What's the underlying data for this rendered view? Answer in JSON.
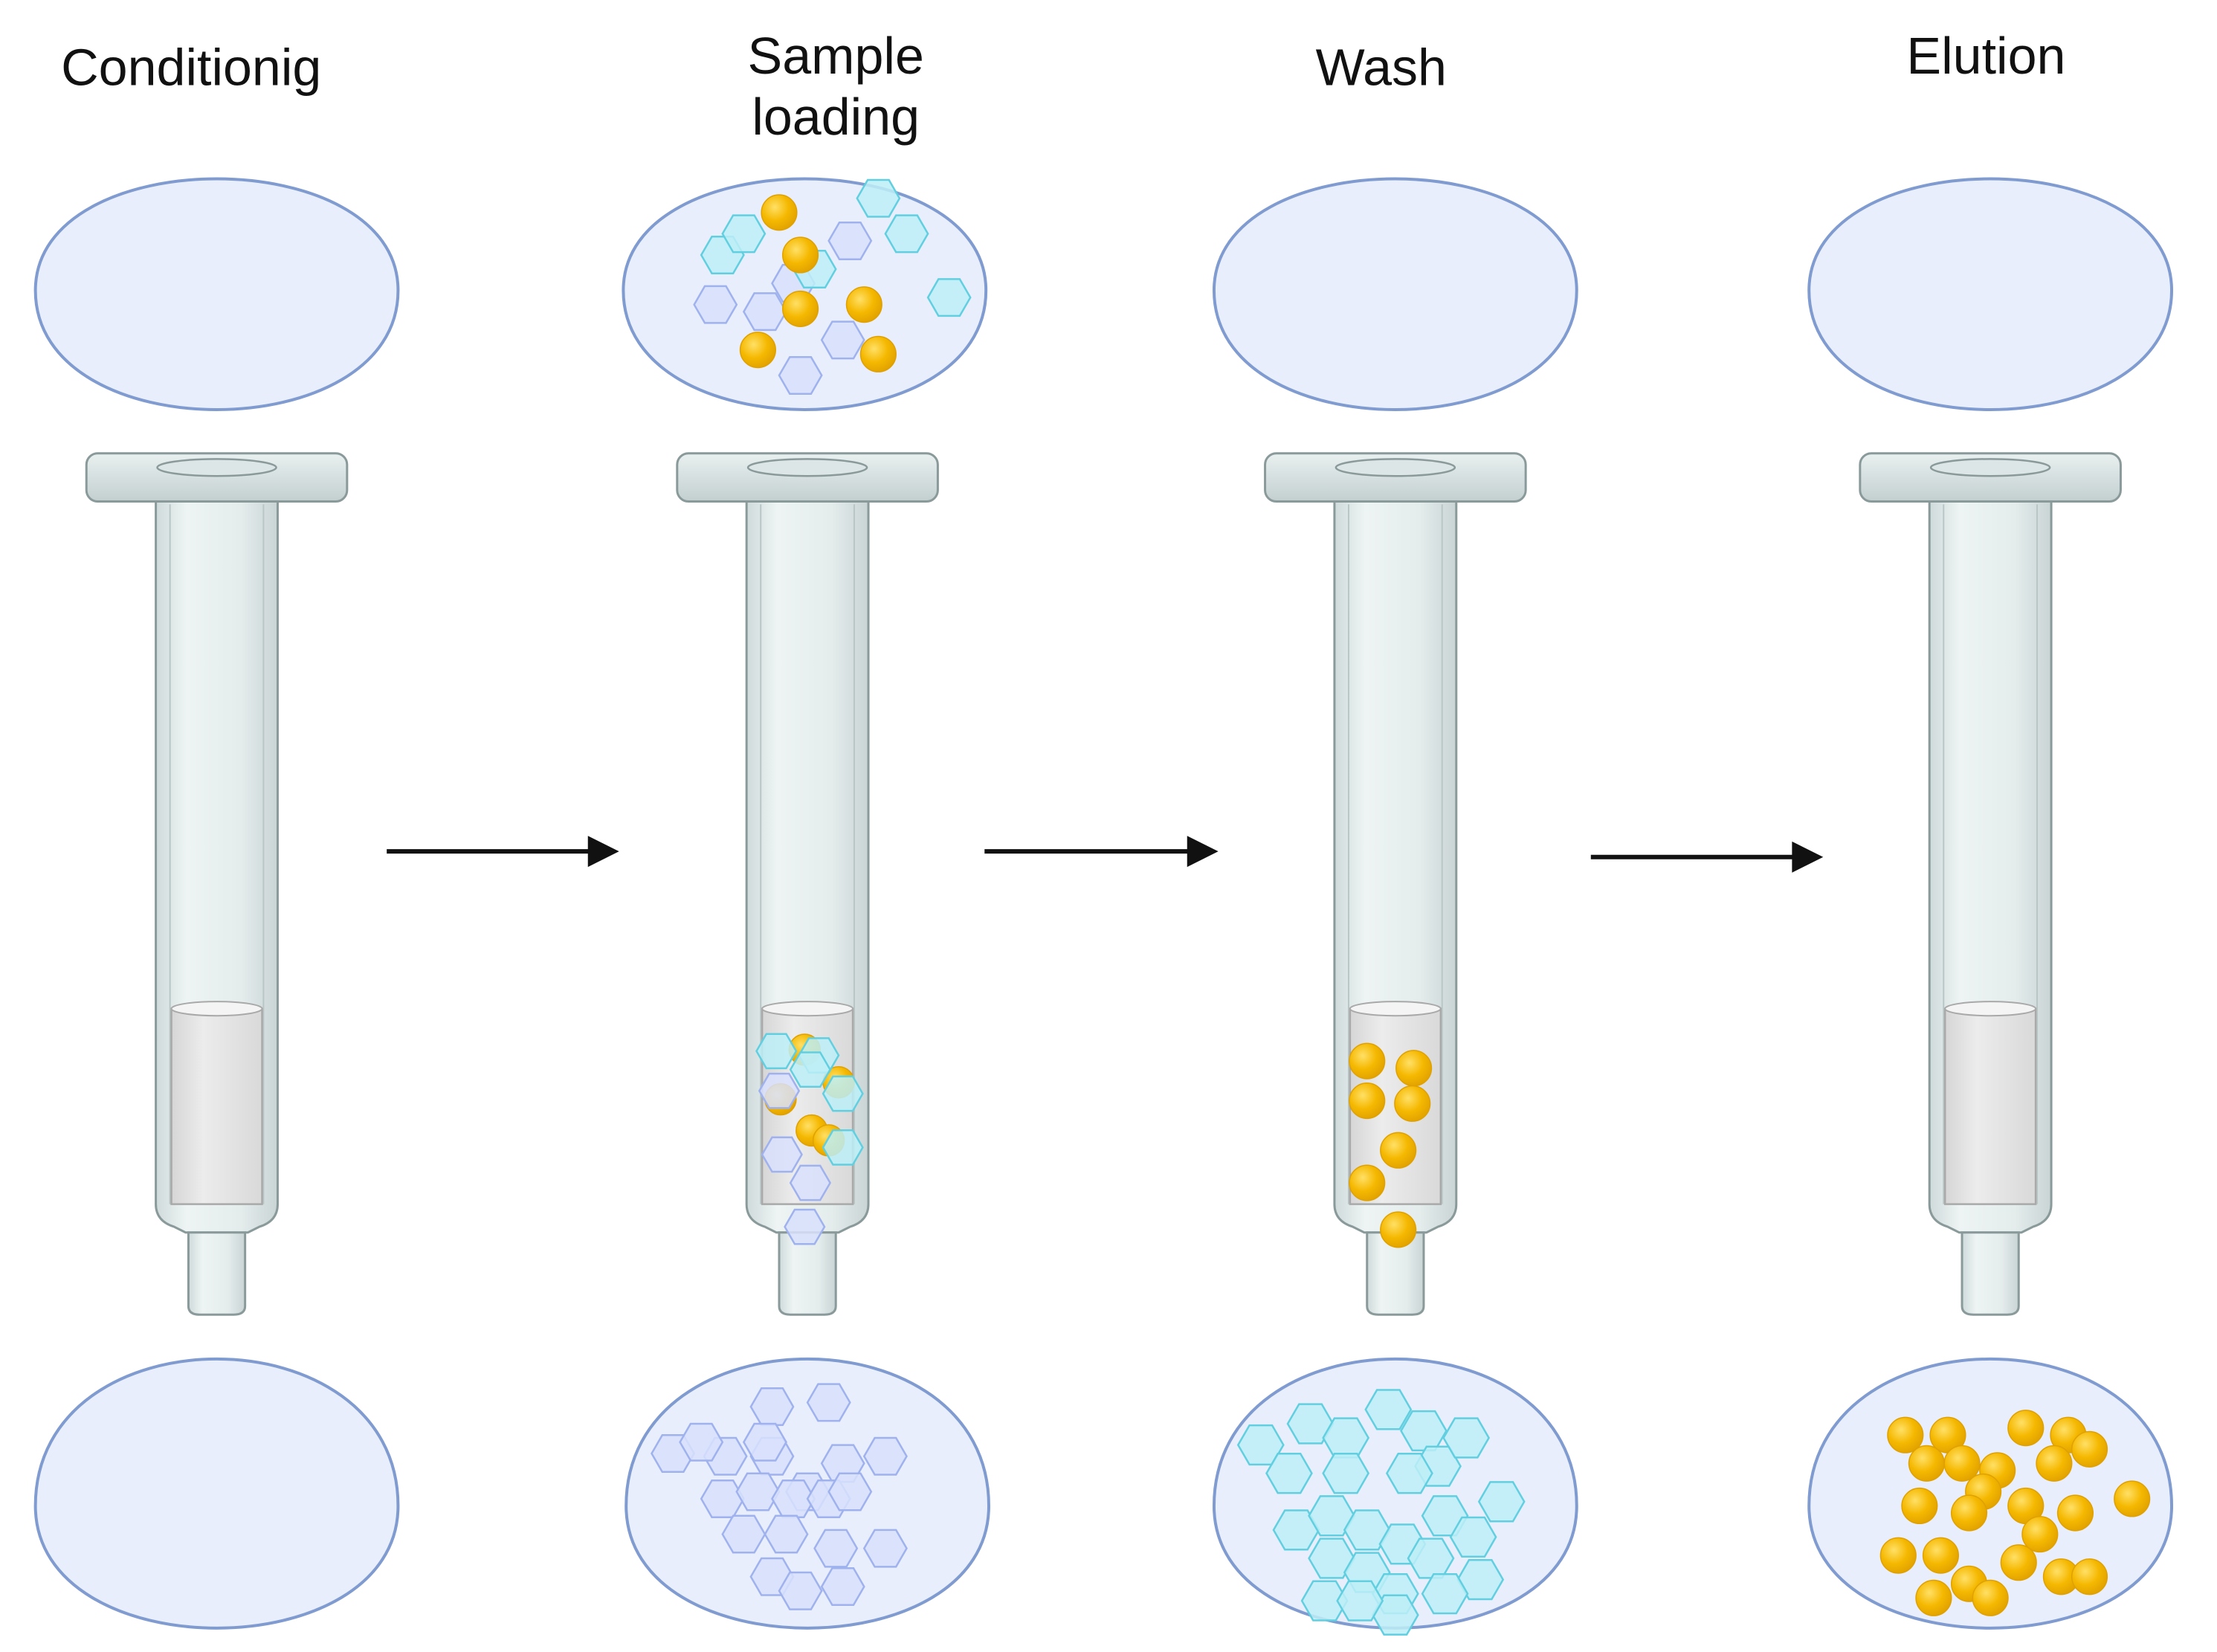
{
  "steps": [
    {
      "id": "conditioning",
      "title_lines": [
        "Conditionig"
      ],
      "top_drop": "empty",
      "cartridge": {
        "bed": "empty"
      },
      "bottom_drop": "empty"
    },
    {
      "id": "sample-loading",
      "title_lines": [
        "Sample",
        "loading"
      ],
      "top_drop": "mixed",
      "cartridge": {
        "bed": "mixed"
      },
      "bottom_drop": "lavender-hexagons"
    },
    {
      "id": "wash",
      "title_lines": [
        "Wash"
      ],
      "top_drop": "empty",
      "cartridge": {
        "bed": "yellow-spheres"
      },
      "bottom_drop": "cyan-hexagons"
    },
    {
      "id": "elution",
      "title_lines": [
        "Elution"
      ],
      "top_drop": "empty",
      "cartridge": {
        "bed": "empty"
      },
      "bottom_drop": "yellow-spheres"
    }
  ],
  "arrows": [
    "conditioning-to-sample-loading",
    "sample-loading-to-wash",
    "wash-to-elution"
  ],
  "colors": {
    "drop_fill": "#e8eefb",
    "drop_stroke": "#7f9bd0",
    "syringe_body": "#e4ecec",
    "syringe_stroke": "#8a9a9a",
    "syringe_cap": "#cfd9d9",
    "bed_fill": "#e6e6e6",
    "sphere_fill": "#f5b800",
    "sphere_highlight": "#ffe066",
    "sphere_stroke": "#e0a100",
    "hex_cyan_fill": "#bdeff7",
    "hex_cyan_stroke": "#62cfe0",
    "hex_lavender_fill": "#d8e0fb",
    "hex_lavender_stroke": "#9fb2ee",
    "arrow": "#111111",
    "title_text": "#111111"
  },
  "icons": [
    "droplet",
    "spe-cartridge",
    "analyte-sphere",
    "matrix-hexagon",
    "right-arrow"
  ]
}
